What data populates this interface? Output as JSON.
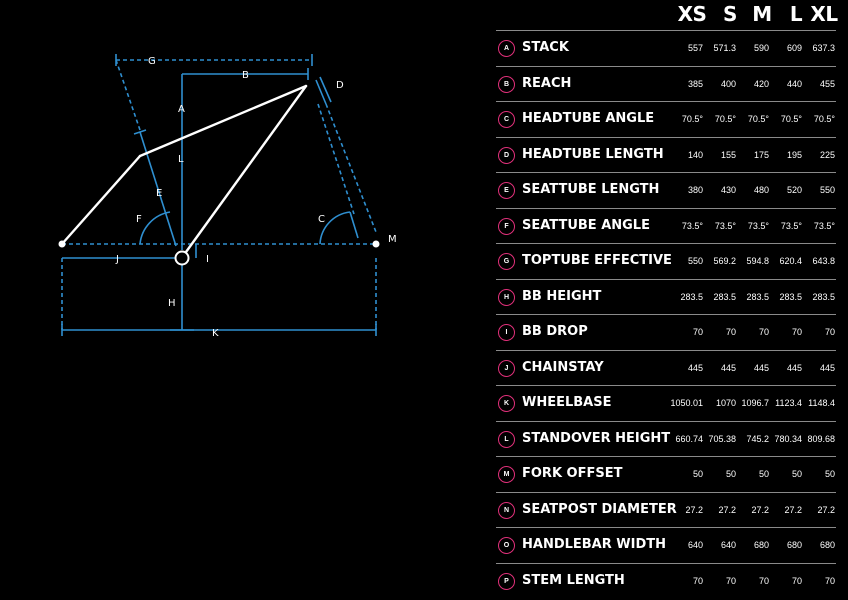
{
  "size_headers": [
    "XS",
    "S",
    "M",
    "L",
    "XL"
  ],
  "rows": [
    {
      "letter": "A",
      "label": "STACK",
      "values": [
        "557",
        "571.3",
        "590",
        "609",
        "637.3"
      ]
    },
    {
      "letter": "B",
      "label": "REACH",
      "values": [
        "385",
        "400",
        "420",
        "440",
        "455"
      ]
    },
    {
      "letter": "C",
      "label": "HEADTUBE ANGLE",
      "values": [
        "70.5°",
        "70.5°",
        "70.5°",
        "70.5°",
        "70.5°"
      ]
    },
    {
      "letter": "D",
      "label": "HEADTUBE LENGTH",
      "values": [
        "140",
        "155",
        "175",
        "195",
        "225"
      ]
    },
    {
      "letter": "E",
      "label": "SEATTUBE LENGTH",
      "values": [
        "380",
        "430",
        "480",
        "520",
        "550"
      ]
    },
    {
      "letter": "F",
      "label": "SEATTUBE ANGLE",
      "values": [
        "73.5°",
        "73.5°",
        "73.5°",
        "73.5°",
        "73.5°"
      ]
    },
    {
      "letter": "G",
      "label": "TOPTUBE EFFECTIVE",
      "values": [
        "550",
        "569.2",
        "594.8",
        "620.4",
        "643.8"
      ]
    },
    {
      "letter": "H",
      "label": "BB HEIGHT",
      "values": [
        "283.5",
        "283.5",
        "283.5",
        "283.5",
        "283.5"
      ]
    },
    {
      "letter": "I",
      "label": "BB DROP",
      "values": [
        "70",
        "70",
        "70",
        "70",
        "70"
      ]
    },
    {
      "letter": "J",
      "label": "CHAINSTAY",
      "values": [
        "445",
        "445",
        "445",
        "445",
        "445"
      ]
    },
    {
      "letter": "K",
      "label": "WHEELBASE",
      "values": [
        "1050.01",
        "1070",
        "1096.7",
        "1123.4",
        "1148.4"
      ]
    },
    {
      "letter": "L",
      "label": "STANDOVER HEIGHT",
      "values": [
        "660.74",
        "705.38",
        "745.2",
        "780.34",
        "809.68"
      ]
    },
    {
      "letter": "M",
      "label": "FORK OFFSET",
      "values": [
        "50",
        "50",
        "50",
        "50",
        "50"
      ]
    },
    {
      "letter": "N",
      "label": "SEATPOST DIAMETER",
      "values": [
        "27.2",
        "27.2",
        "27.2",
        "27.2",
        "27.2"
      ]
    },
    {
      "letter": "O",
      "label": "HANDLEBAR WIDTH",
      "values": [
        "640",
        "640",
        "680",
        "680",
        "680"
      ]
    },
    {
      "letter": "P",
      "label": "STEM LENGTH",
      "values": [
        "70",
        "70",
        "70",
        "70",
        "70"
      ]
    }
  ],
  "diagram": {
    "labels": [
      "A",
      "B",
      "C",
      "D",
      "E",
      "F",
      "G",
      "H",
      "I",
      "J",
      "K",
      "L",
      "M"
    ]
  },
  "colors": {
    "background": "#000000",
    "frame": "#ffffff",
    "dimension": "#2f8fd0",
    "badge_ring": "#e0307a",
    "divider": "#8a8a8a"
  }
}
